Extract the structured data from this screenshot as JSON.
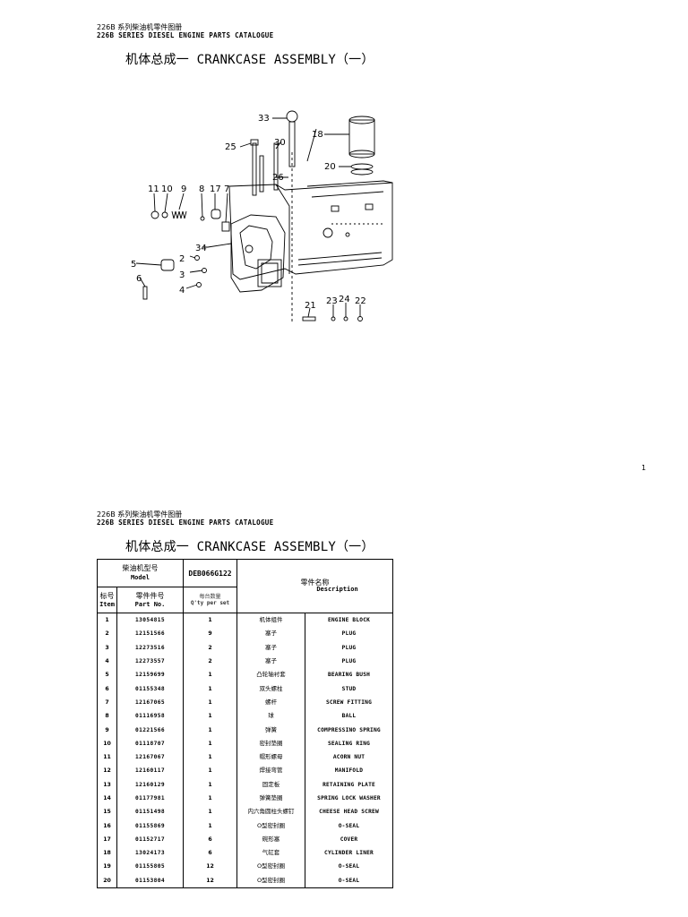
{
  "page1": {
    "header_cn": "226B 系列柴油机零件图册",
    "header_en": "226B SERIES DIESEL ENGINE PARTS CATALOGUE",
    "title": "机体总成一 CRANKCASE ASSEMBLY（一）",
    "callouts": [
      "33",
      "18",
      "25",
      "30",
      "26",
      "20",
      "11",
      "10",
      "9",
      "8",
      "17",
      "7",
      "34",
      "2",
      "5",
      "3",
      "6",
      "4",
      "21",
      "23",
      "24",
      "22"
    ],
    "page_number": "1"
  },
  "page2": {
    "header_cn": "226B 系列柴油机零件图册",
    "header_en": "226B SERIES DIESEL ENGINE PARTS CATALOGUE",
    "title": "机体总成一 CRANKCASE ASSEMBLY（一）",
    "table": {
      "model_cn": "柴油机型号",
      "model_en": "Model",
      "model_code": "DEB066G122",
      "name_cn": "零件名称",
      "description_en": "Description",
      "item_cn": "标号",
      "item_en": "Item",
      "partno_cn": "零件件号",
      "partno_en": "Part No.",
      "qty_cn": "每台数量",
      "qty_en": "Q'ty per set",
      "rows": [
        {
          "item": "1",
          "part_no": "13054815",
          "qty": "1",
          "name_cn": "机体组件",
          "desc": "ENGINE BLOCK"
        },
        {
          "item": "2",
          "part_no": "12151566",
          "qty": "9",
          "name_cn": "塞子",
          "desc": "PLUG"
        },
        {
          "item": "3",
          "part_no": "12273516",
          "qty": "2",
          "name_cn": "塞子",
          "desc": "PLUG"
        },
        {
          "item": "4",
          "part_no": "12273557",
          "qty": "2",
          "name_cn": "塞子",
          "desc": "PLUG"
        },
        {
          "item": "5",
          "part_no": "12159699",
          "qty": "1",
          "name_cn": "凸轮轴衬套",
          "desc": "BEARING BUSH"
        },
        {
          "item": "6",
          "part_no": "01155348",
          "qty": "1",
          "name_cn": "双头螺柱",
          "desc": "STUD"
        },
        {
          "item": "7",
          "part_no": "12167065",
          "qty": "1",
          "name_cn": "螺杆",
          "desc": "SCREW FITTING"
        },
        {
          "item": "8",
          "part_no": "01116958",
          "qty": "1",
          "name_cn": "球",
          "desc": "BALL"
        },
        {
          "item": "9",
          "part_no": "01221566",
          "qty": "1",
          "name_cn": "弹簧",
          "desc": "COMPRESSINO SPRING"
        },
        {
          "item": "10",
          "part_no": "01118707",
          "qty": "1",
          "name_cn": "密封垫圈",
          "desc": "SEALING RING"
        },
        {
          "item": "11",
          "part_no": "12167067",
          "qty": "1",
          "name_cn": "帽形螺母",
          "desc": "ACORN NUT"
        },
        {
          "item": "12",
          "part_no": "12160117",
          "qty": "1",
          "name_cn": "焊接弯管",
          "desc": "MANIFOLD"
        },
        {
          "item": "13",
          "part_no": "12160129",
          "qty": "1",
          "name_cn": "固定板",
          "desc": "RETAINING PLATE"
        },
        {
          "item": "14",
          "part_no": "01177981",
          "qty": "1",
          "name_cn": "弹簧垫圈",
          "desc": "SPRING LOCK WASHER"
        },
        {
          "item": "15",
          "part_no": "01151498",
          "qty": "1",
          "name_cn": "内六角圆柱头螺钉",
          "desc": "CHEESE HEAD SCREW"
        },
        {
          "item": "16",
          "part_no": "01155869",
          "qty": "1",
          "name_cn": "O型密封圈",
          "desc": "O-SEAL"
        },
        {
          "item": "17",
          "part_no": "01152717",
          "qty": "6",
          "name_cn": "碗形塞",
          "desc": "COVER"
        },
        {
          "item": "18",
          "part_no": "13024173",
          "qty": "6",
          "name_cn": "气缸套",
          "desc": "CYLINDER LINER"
        },
        {
          "item": "19",
          "part_no": "01155805",
          "qty": "12",
          "name_cn": "O型密封圈",
          "desc": "O-SEAL"
        },
        {
          "item": "20",
          "part_no": "01153804",
          "qty": "12",
          "name_cn": "O型密封圈",
          "desc": "O-SEAL"
        }
      ]
    }
  }
}
